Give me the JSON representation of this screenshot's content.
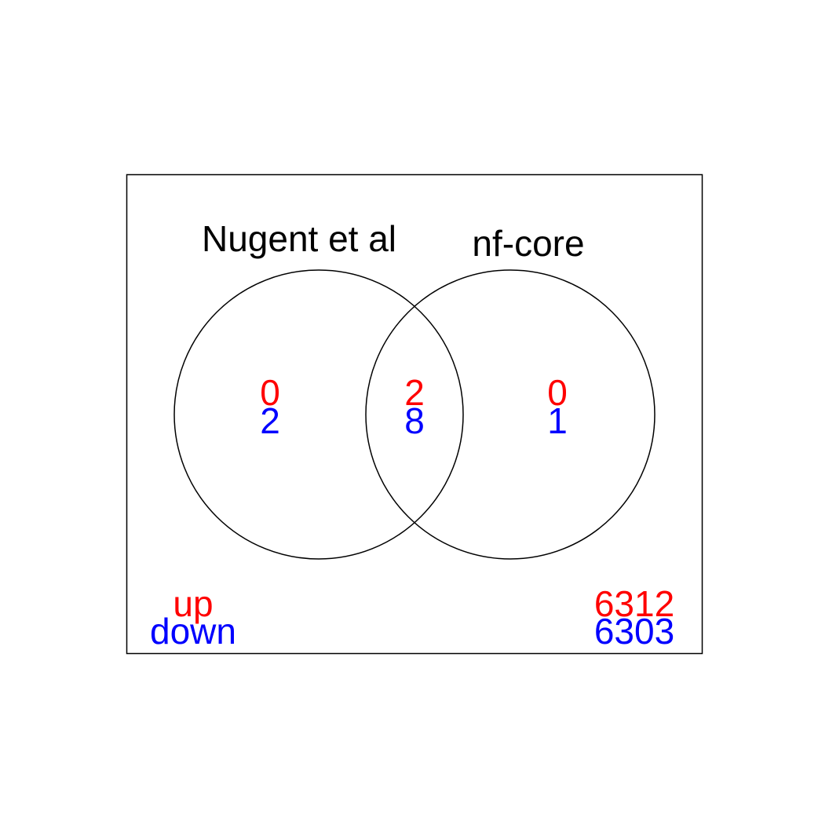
{
  "venn": {
    "sets": [
      {
        "name": "Nugent et al"
      },
      {
        "name": "nf-core"
      }
    ],
    "regions": {
      "nugent_only": {
        "up": "0",
        "down": "2"
      },
      "both": {
        "up": "2",
        "down": "8"
      },
      "nfcore_only": {
        "up": "0",
        "down": "1"
      },
      "neither": {
        "up": "6312",
        "down": "6303"
      }
    },
    "legend": {
      "up_label": "up",
      "down_label": "down"
    },
    "colors": {
      "up": "#ff0000",
      "down": "#0000ff",
      "outline": "#000000",
      "background": "#ffffff"
    }
  }
}
